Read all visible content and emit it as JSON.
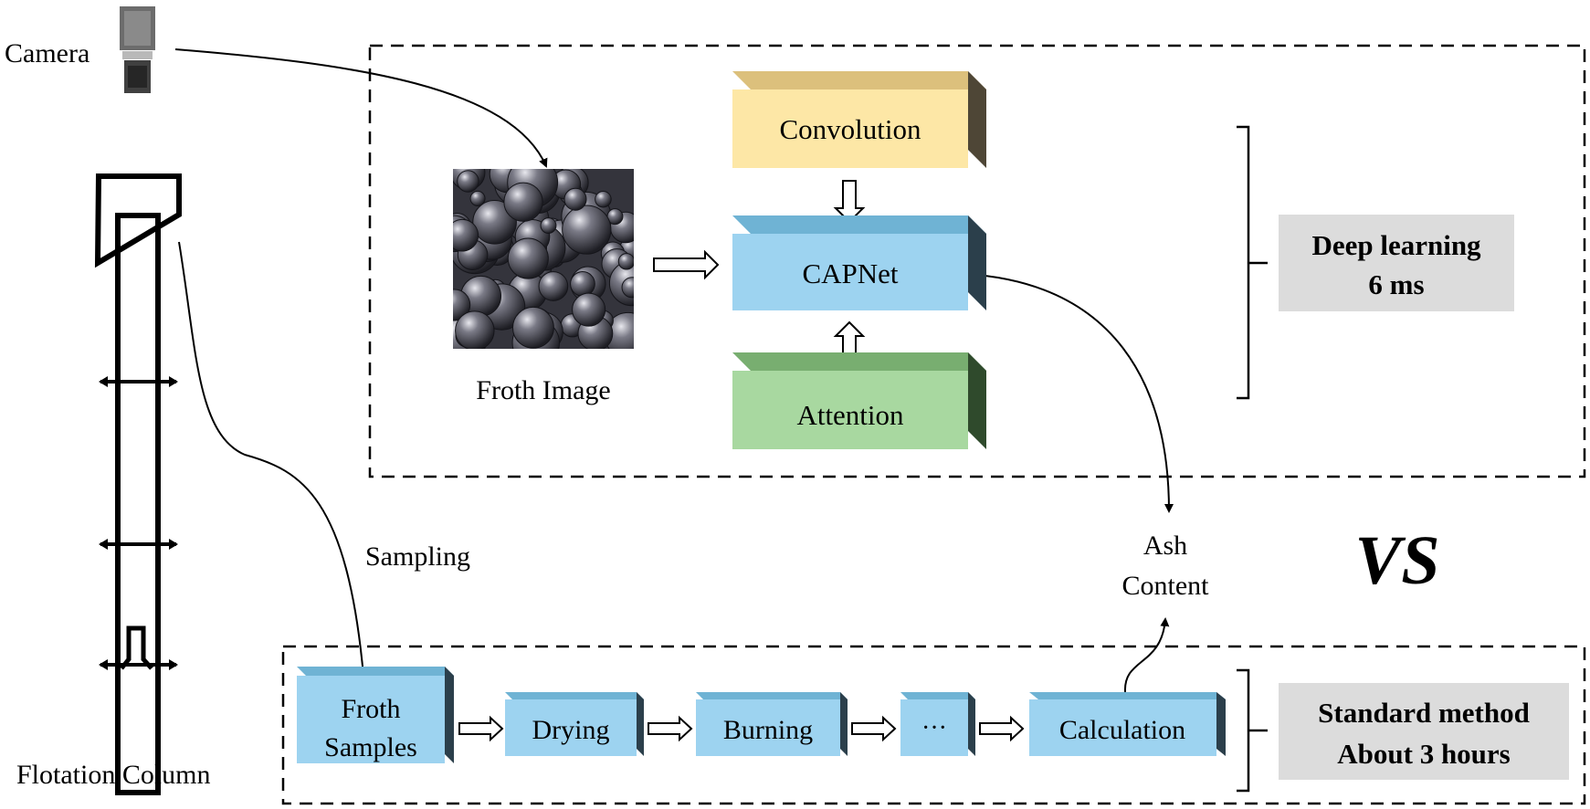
{
  "labels": {
    "camera": "Camera",
    "froth_image": "Froth Image",
    "sampling": "Sampling",
    "flotation_column": "Flotation Column",
    "ash_line1": "Ash",
    "ash_line2": "Content",
    "vs": "VS"
  },
  "deep_learning": {
    "convolution": "Convolution",
    "capnet": "CAPNet",
    "attention": "Attention",
    "summary_line1": "Deep learning",
    "summary_line2": "6 ms"
  },
  "standard_method": {
    "steps": {
      "froth_samples_line1": "Froth",
      "froth_samples_line2": "Samples",
      "drying": "Drying",
      "burning": "Burning",
      "ellipsis": "···",
      "calculation": "Calculation"
    },
    "summary_line1": "Standard method",
    "summary_line2": "About 3 hours"
  },
  "colors": {
    "block_blue": "#9dd3f0",
    "block_yellow": "#fde7a6",
    "block_green": "#a8d8a0",
    "summary_gray": "#dcdcdc"
  }
}
